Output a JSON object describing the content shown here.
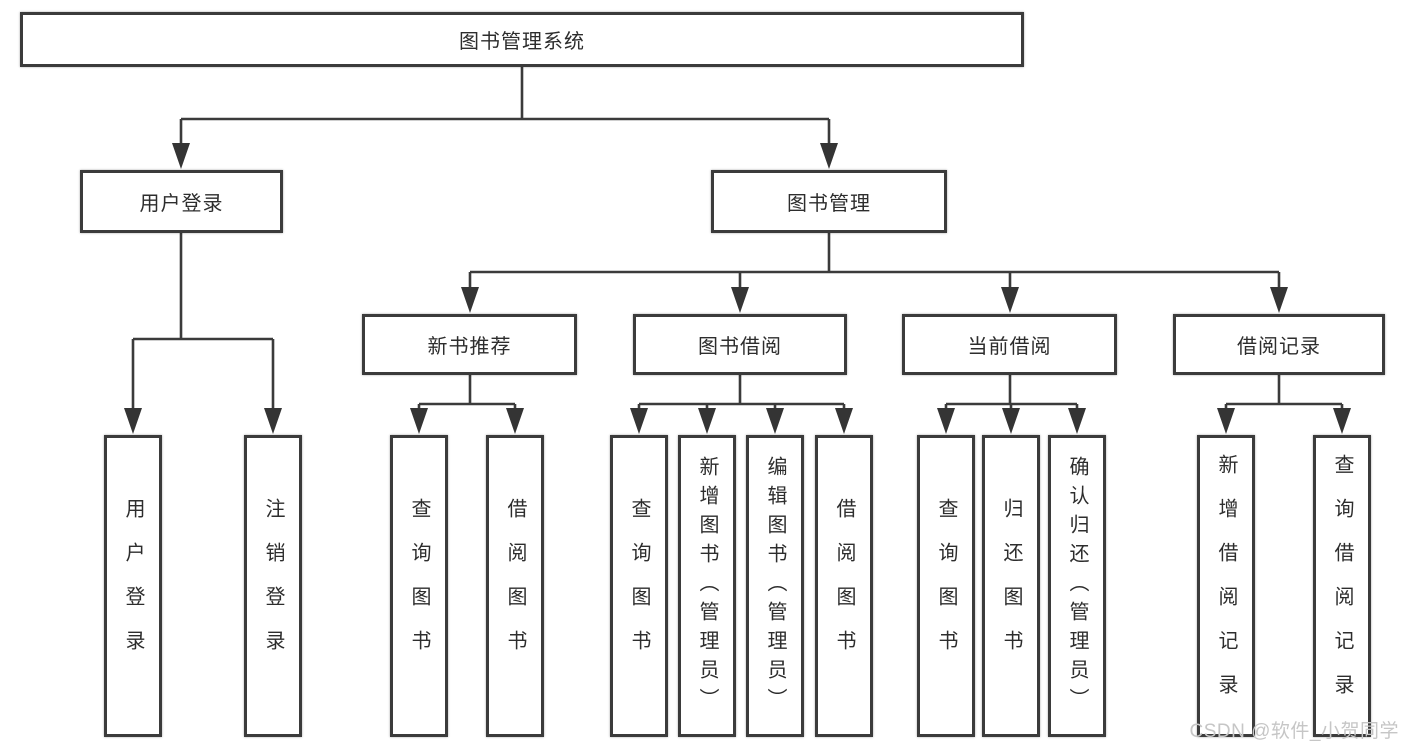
{
  "diagram_type": "hierarchy",
  "hierarchy": {
    "root": "图书管理系统",
    "children": [
      {
        "label": "用户登录",
        "children": [
          "用户登录",
          "注销登录"
        ]
      },
      {
        "label": "图书管理",
        "children": [
          {
            "label": "新书推荐",
            "children": [
              "查询图书",
              "借阅图书"
            ]
          },
          {
            "label": "图书借阅",
            "children": [
              "查询图书",
              "新增图书（管理员）",
              "编辑图书（管理员）",
              "借阅图书"
            ]
          },
          {
            "label": "当前借阅",
            "children": [
              "查询图书",
              "归还图书",
              "确认归还（管理员）"
            ]
          },
          {
            "label": "借阅记录",
            "children": [
              "新增借阅记录",
              "查询借阅记录"
            ]
          }
        ]
      }
    ]
  },
  "watermark": "CSDN @软件_小贺同学",
  "colors": {
    "background": "#ffffff",
    "box_fill": "#ffffff",
    "box_border": "#3b3b3b",
    "line": "#3b3b3b",
    "text": "#2d2d2d",
    "watermark": "#c6c6c6"
  }
}
